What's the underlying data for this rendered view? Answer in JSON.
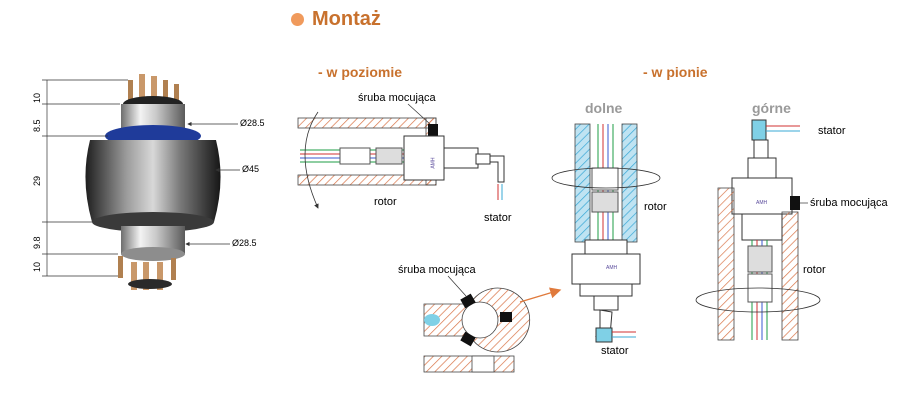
{
  "title": "Montaż",
  "sections": {
    "horizontal": "- w poziomie",
    "vertical": "- w pionie",
    "bottom": "dolne",
    "top": "górne"
  },
  "labels": {
    "mount_screw": "śruba mocująca",
    "rotor": "rotor",
    "stator": "stator"
  },
  "dimensions": {
    "d_top": "Ø28.5",
    "d_mid": "Ø45",
    "d_bottom": "Ø28.5",
    "h1": "10",
    "h2": "8.5",
    "h3": "29",
    "h4": "9.8",
    "h5": "10"
  },
  "brand_mark": "AMH",
  "colors": {
    "title": "#c8712d",
    "title_dot": "#f09a5c",
    "hatch": "#d9764a",
    "shaft_blue": "#3aa8d6",
    "arrow": "#e07a3c"
  }
}
